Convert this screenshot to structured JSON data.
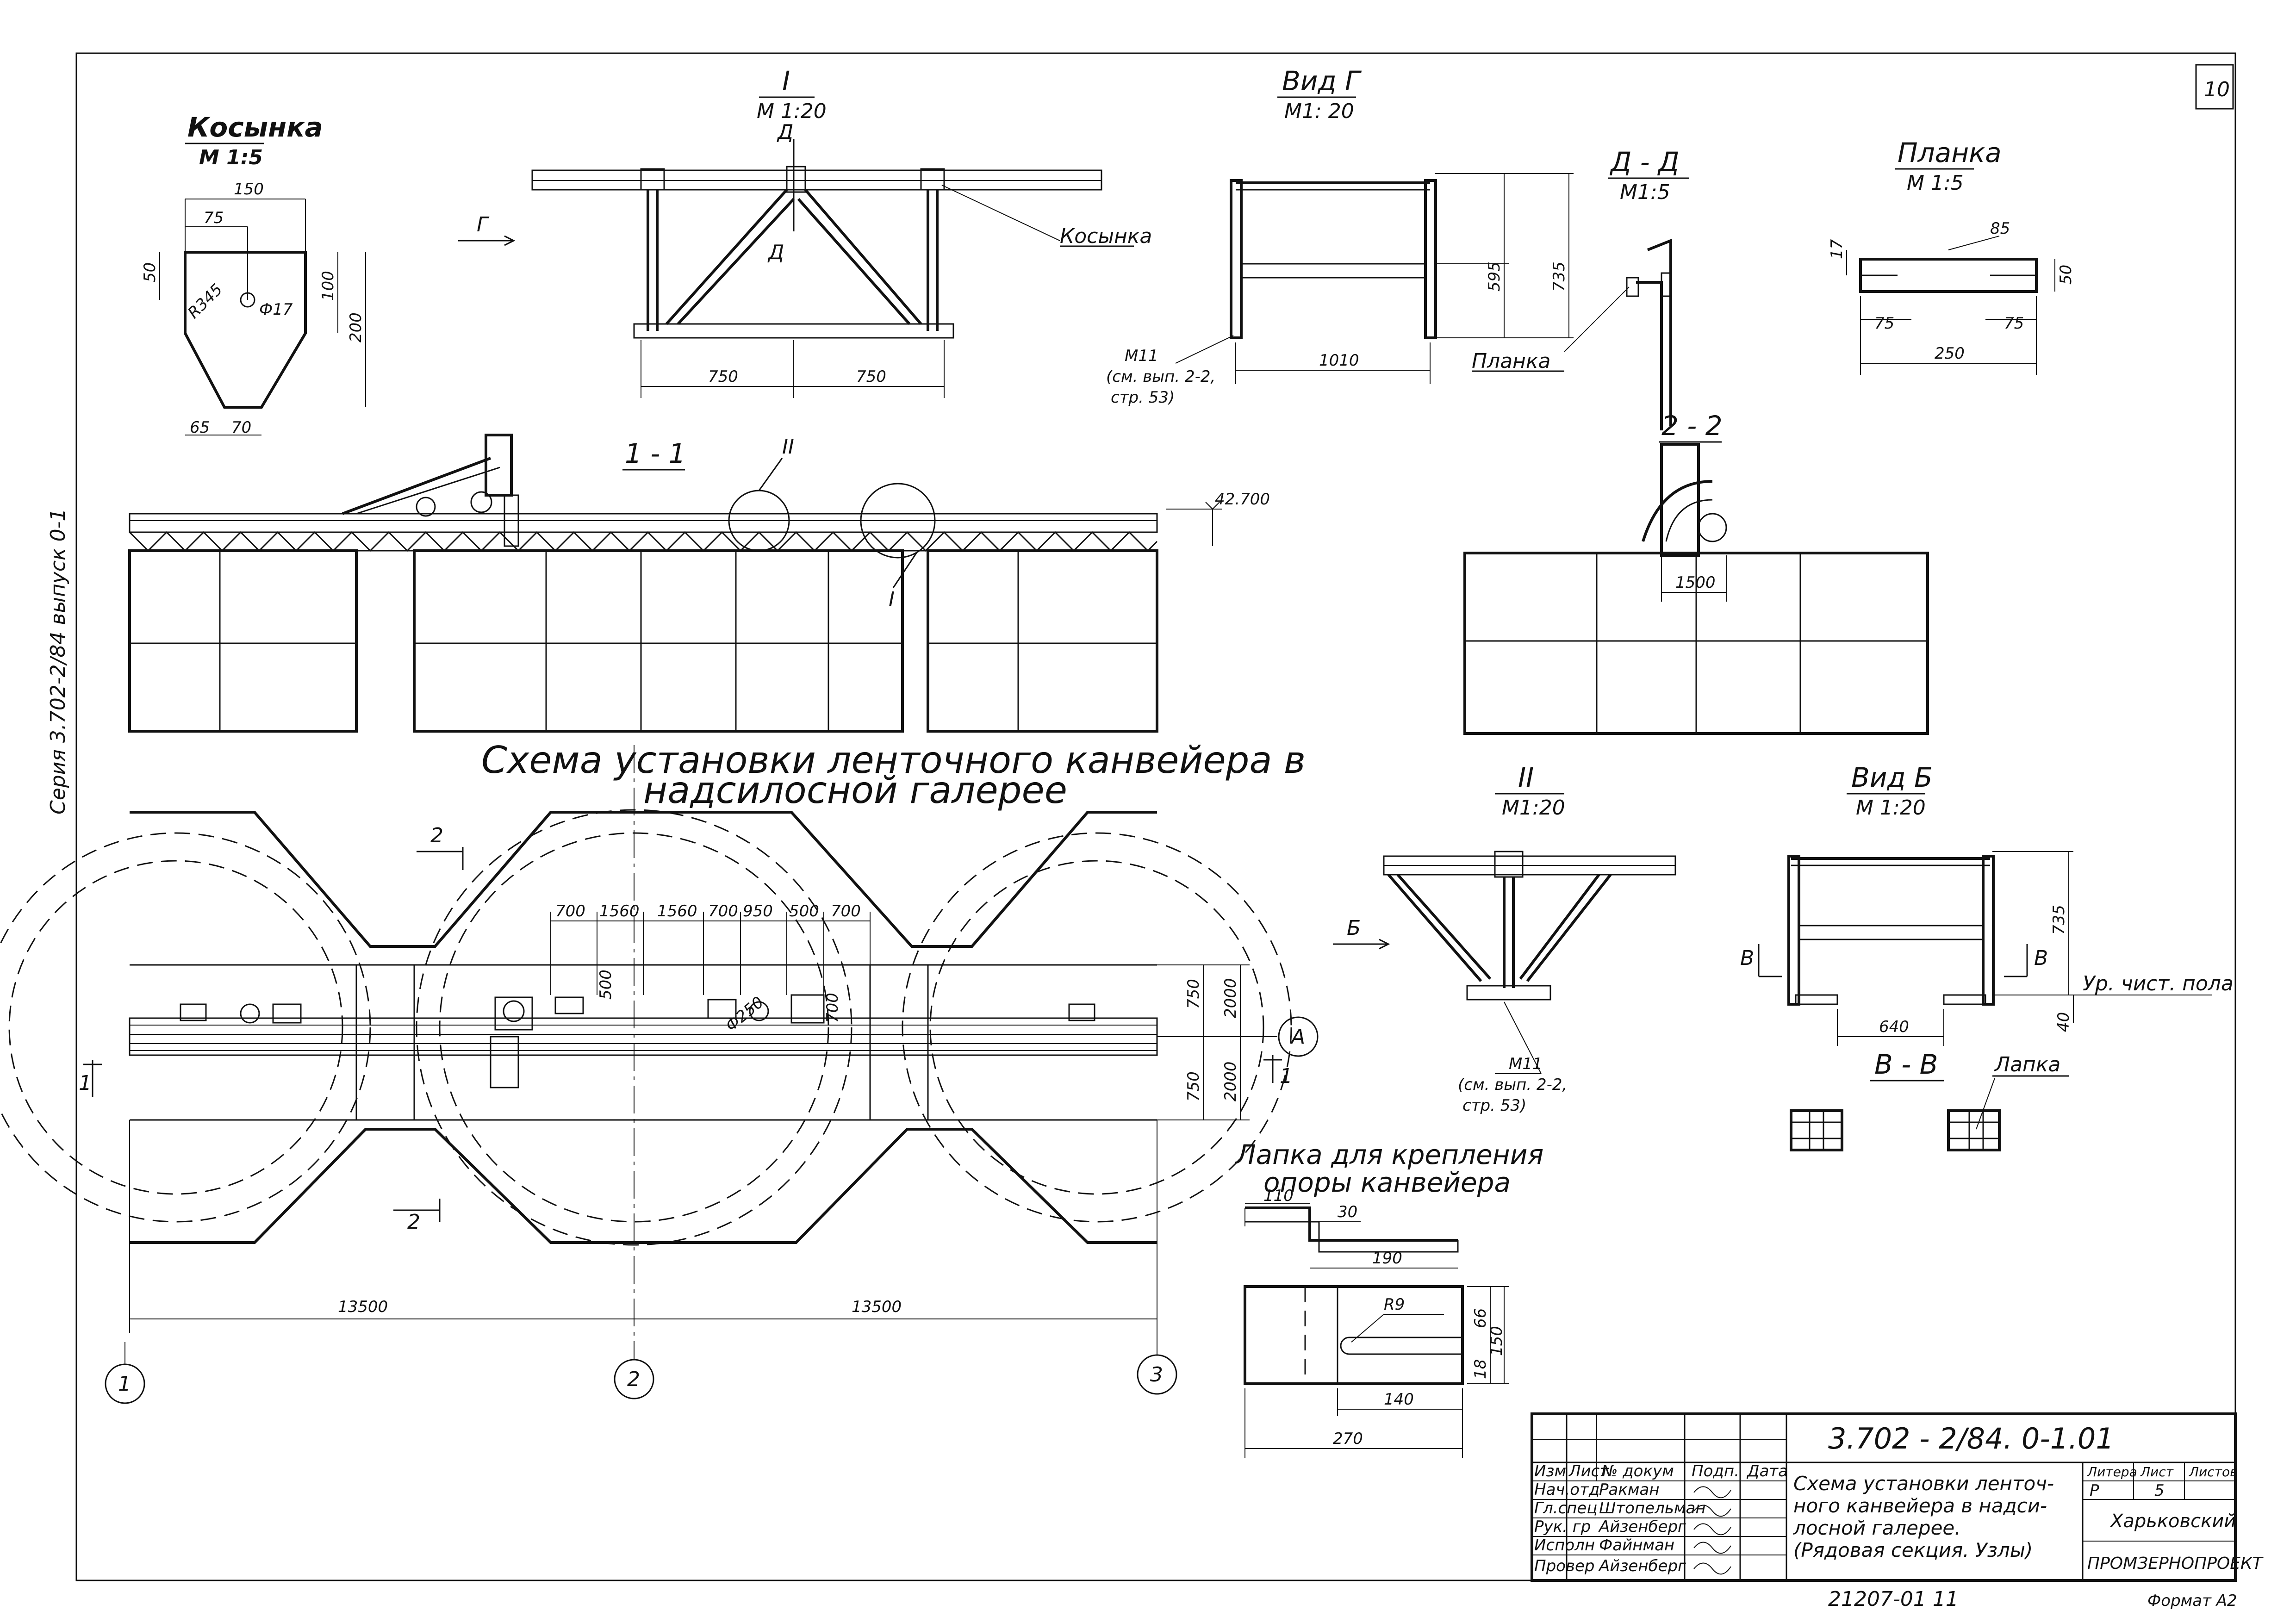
{
  "sheet": {
    "number": "10",
    "side_note": "Серия 3.702-2/84 выпуск 0-1"
  },
  "views": {
    "kosynka": {
      "title": "Косынка",
      "scale": "М 1:5",
      "dims": [
        "150",
        "75",
        "50",
        "Ф17",
        "R345",
        "100",
        "200",
        "65",
        "70"
      ]
    },
    "node1": {
      "title": "I",
      "scale": "М 1:20",
      "mark": "Д",
      "arrow": "Г",
      "leader": "Косынка",
      "dims": [
        "750",
        "750"
      ]
    },
    "vid_g": {
      "title": "Вид Г",
      "scale": "М1: 20",
      "note": [
        "М11",
        "(см. вып. 2-2,",
        "стр. 53)"
      ],
      "dims": [
        "1010",
        "595",
        "735"
      ]
    },
    "dd": {
      "title": "Д - Д",
      "scale": "М1:5",
      "leader": "Планка"
    },
    "planka": {
      "title": "Планка",
      "scale": "М 1:5",
      "dims": [
        "17",
        "85",
        "50",
        "75",
        "75",
        "250"
      ]
    },
    "section11": {
      "title": "1 - 1",
      "level": "42.700",
      "node2": "II",
      "node1": "I"
    },
    "section22": {
      "title": "2 - 2",
      "dim": "1500"
    },
    "scheme": {
      "title_line1": "Схема установки ленточного канвейера в",
      "title_line2": "надсилосной галерее",
      "cut_mark": "2",
      "dims_top": [
        "700",
        "1560",
        "1560",
        "700",
        "950",
        "500",
        "700"
      ],
      "dims_small": [
        "500",
        "700",
        "Ф250"
      ],
      "dims_right": [
        "750",
        "2000",
        "750",
        "2000"
      ],
      "dims_bottom": [
        "13500",
        "13500"
      ],
      "axes": [
        "1",
        "2",
        "3"
      ],
      "axis_ref": "А",
      "sec1_mark": "1"
    },
    "node2": {
      "title": "II",
      "scale": "М1:20",
      "arrow": "Б",
      "note": [
        "М11",
        "(см. вып. 2-2,",
        "стр. 53)"
      ]
    },
    "vid_b": {
      "title": "Вид Б",
      "scale": "М 1:20",
      "marks": [
        "В",
        "В"
      ],
      "dims": [
        "735",
        "640",
        "40"
      ],
      "level": "Ур. чист. пола"
    },
    "vv": {
      "title": "В - В",
      "leader": "Лапка"
    },
    "lapka": {
      "title_line1": "Лапка для крепления",
      "title_line2": "опоры канвейера",
      "dims": [
        "110",
        "30",
        "190",
        "R9",
        "66",
        "150",
        "18",
        "140",
        "270"
      ]
    }
  },
  "title_block": {
    "code": "3.702 - 2/84. 0-1.01",
    "headers": [
      "Изм",
      "Лист",
      "№ докум",
      "Подп.",
      "Дата"
    ],
    "rows": [
      {
        "role": "Нач.отд",
        "name": "Ракман"
      },
      {
        "role": "Гл.спец",
        "name": "Штопельман"
      },
      {
        "role": "Рук. гр",
        "name": "Айзенберг"
      },
      {
        "role": "Исполн",
        "name": "Файнман"
      },
      {
        "role": "Провер",
        "name": "Айзенберг"
      }
    ],
    "description": [
      "Схема установки ленточ-",
      "ного канвейера в надси-",
      "лосной галерее.",
      "(Рядовая секция. Узлы)"
    ],
    "stage_headers": [
      "Литера",
      "Лист",
      "Листов"
    ],
    "stage_values": [
      "Р",
      "5",
      ""
    ],
    "org": [
      "Харьковский",
      "ПРОМЗЕРНОПРОЕКТ"
    ],
    "inventory": "21207-01 11",
    "format": "Формат А2"
  }
}
